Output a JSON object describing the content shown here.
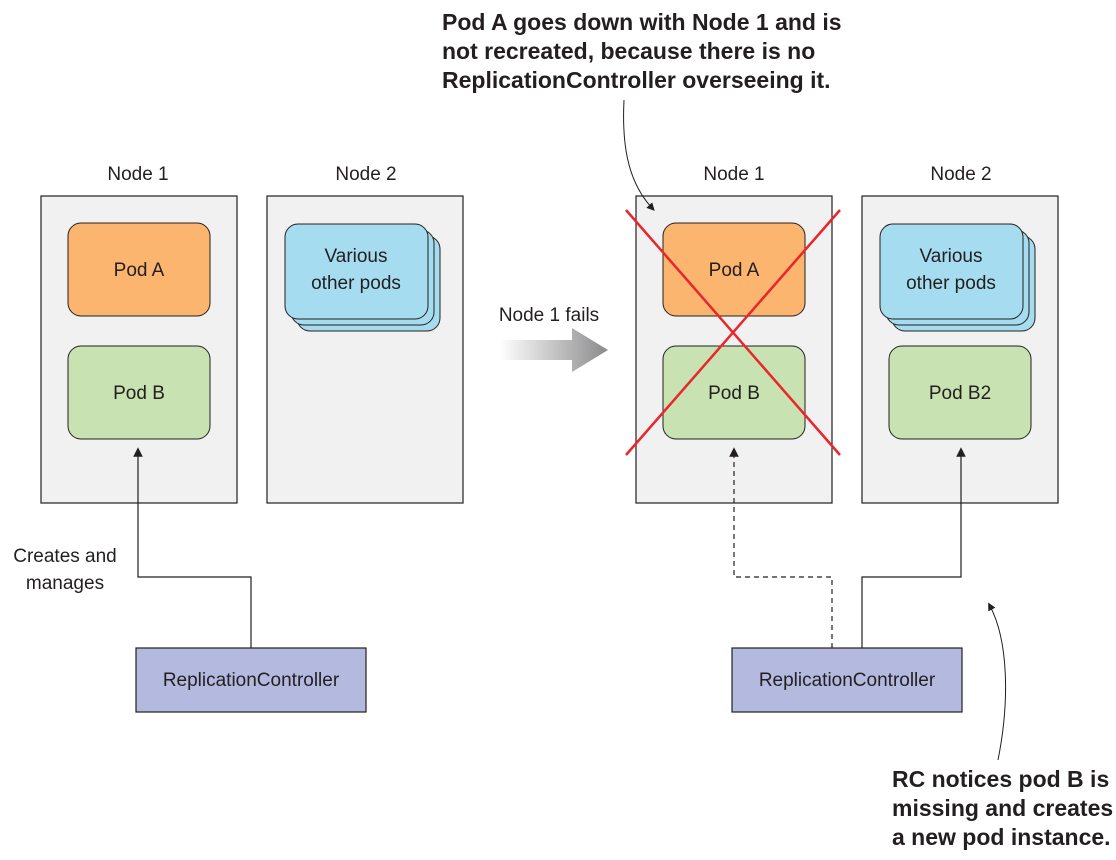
{
  "left": {
    "node1_label": "Node 1",
    "node2_label": "Node 2",
    "pod_a": "Pod A",
    "pod_b": "Pod B",
    "other_pods_line1": "Various",
    "other_pods_line2": "other pods",
    "creates_line1": "Creates and",
    "creates_line2": "manages",
    "rc_label": "ReplicationController"
  },
  "transition": {
    "label": "Node 1 fails"
  },
  "right": {
    "node1_label": "Node 1",
    "node2_label": "Node 2",
    "pod_a": "Pod A",
    "pod_b": "Pod B",
    "pod_b2": "Pod B2",
    "other_pods_line1": "Various",
    "other_pods_line2": "other pods",
    "rc_label": "ReplicationController"
  },
  "annotations": {
    "top_line1": "Pod A goes down with Node 1 and is",
    "top_line2": "not recreated, because there is no",
    "top_line3": "ReplicationController overseeing it.",
    "bottom_line1": "RC notices pod B is",
    "bottom_line2": "missing and creates",
    "bottom_line3": "a new pod instance."
  },
  "colors": {
    "node_fill": "#f1f1f2",
    "pod_a_fill": "#fbb56e",
    "pod_b_fill": "#c8e2b1",
    "other_pods_fill": "#a5dcef",
    "rc_fill": "#b4badf",
    "failure_cross": "#e8262b"
  }
}
